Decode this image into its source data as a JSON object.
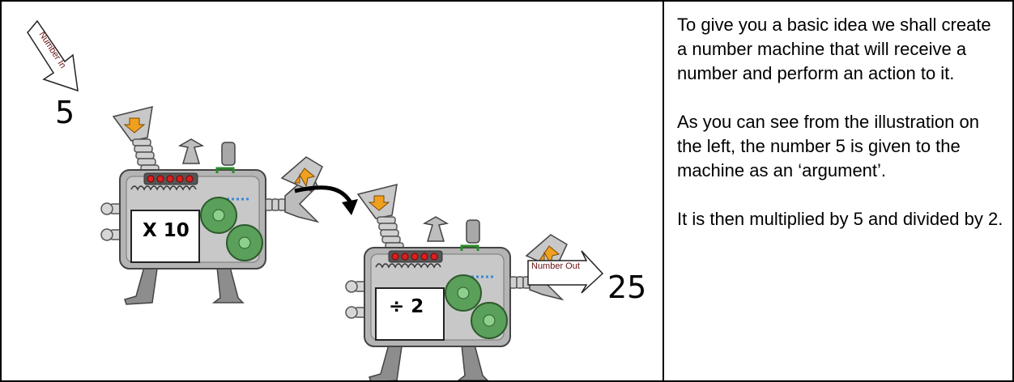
{
  "illustration": {
    "input_label": "Number In",
    "input_value": "5",
    "machine1_operation": "X 10",
    "machine2_operation": "÷ 2",
    "output_label": "Number Out",
    "output_value": "25"
  },
  "explanation": {
    "paragraphs": [
      "To give you a basic idea we shall create a number machine that will receive a number and perform an action to it.",
      "As you can see from the illustration on the left, the number 5 is given to the machine as an ‘argument’.",
      "It is then multiplied by 5 and divided by 2."
    ]
  }
}
